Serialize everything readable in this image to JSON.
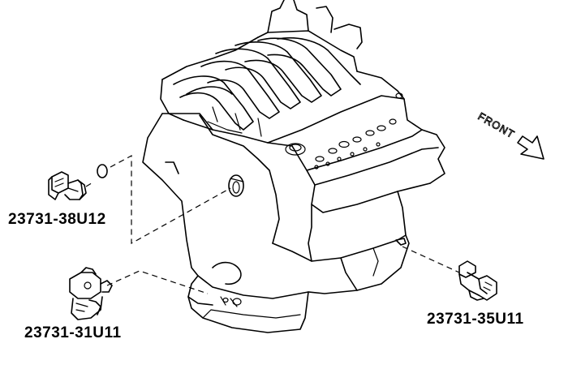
{
  "labels": {
    "sensor_top": "23731-38U12",
    "sensor_bottom_left": "23731-31U11",
    "sensor_right": "23731-35U11"
  },
  "direction_marker": {
    "text": "FRONT"
  }
}
